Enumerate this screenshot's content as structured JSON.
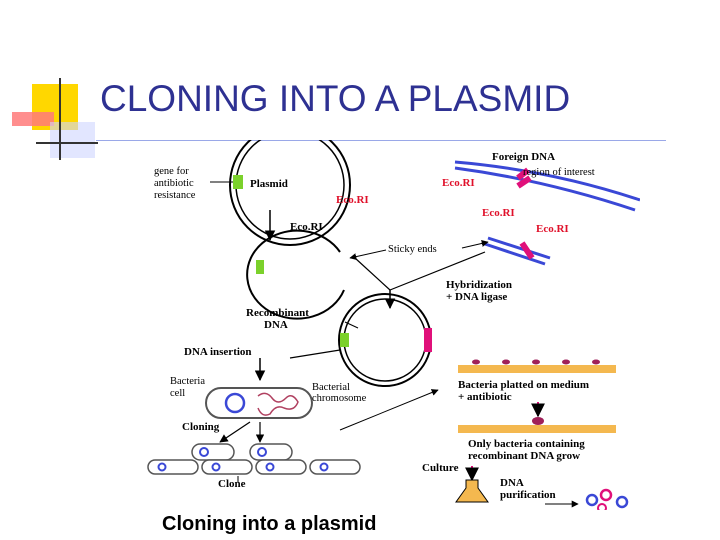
{
  "title": "CLONING INTO A PLASMID",
  "caption": "Cloning into a plasmid",
  "colors": {
    "title": "#2e3192",
    "accent_yellow": "#ffd700",
    "accent_red": "#ff6f6f",
    "blue_line": "#3a48d6",
    "resistance_gene": "#7bd12b",
    "insert_dna": "#e0107a"
  },
  "labels": {
    "gene_line1": "gene for",
    "gene_line2": "antibiotic",
    "gene_line3": "resistance",
    "plasmid": "Plasmid",
    "ecori_1": "Eco.RI",
    "ecori_2": "Eco.RI",
    "foreign_dna": "Foreign DNA",
    "region_of_interest": "region of interest",
    "ecori_3": "Eco.RI",
    "ecori_4": "Eco.RI",
    "ecori_5": "Eco.RI",
    "sticky_ends": "Sticky ends",
    "hybridization": "Hybridization",
    "dna_ligase": "+ DNA ligase",
    "recombinant1": "Recombinant",
    "recombinant2": "DNA",
    "dna_insertion": "DNA insertion",
    "bacteria1": "Bacteria",
    "bacteria2": "cell",
    "bact_chrom1": "Bacterial",
    "bact_chrom2": "chromosome",
    "cloning": "Cloning",
    "clone": "Clone",
    "plated1": "Bacteria platted on medium",
    "plated2": "+ antibiotic",
    "only1": "Only bacteria containing",
    "only2": "recombinant DNA grow",
    "culture": "Culture",
    "dna_pur1": "DNA",
    "dna_pur2": "purification"
  }
}
